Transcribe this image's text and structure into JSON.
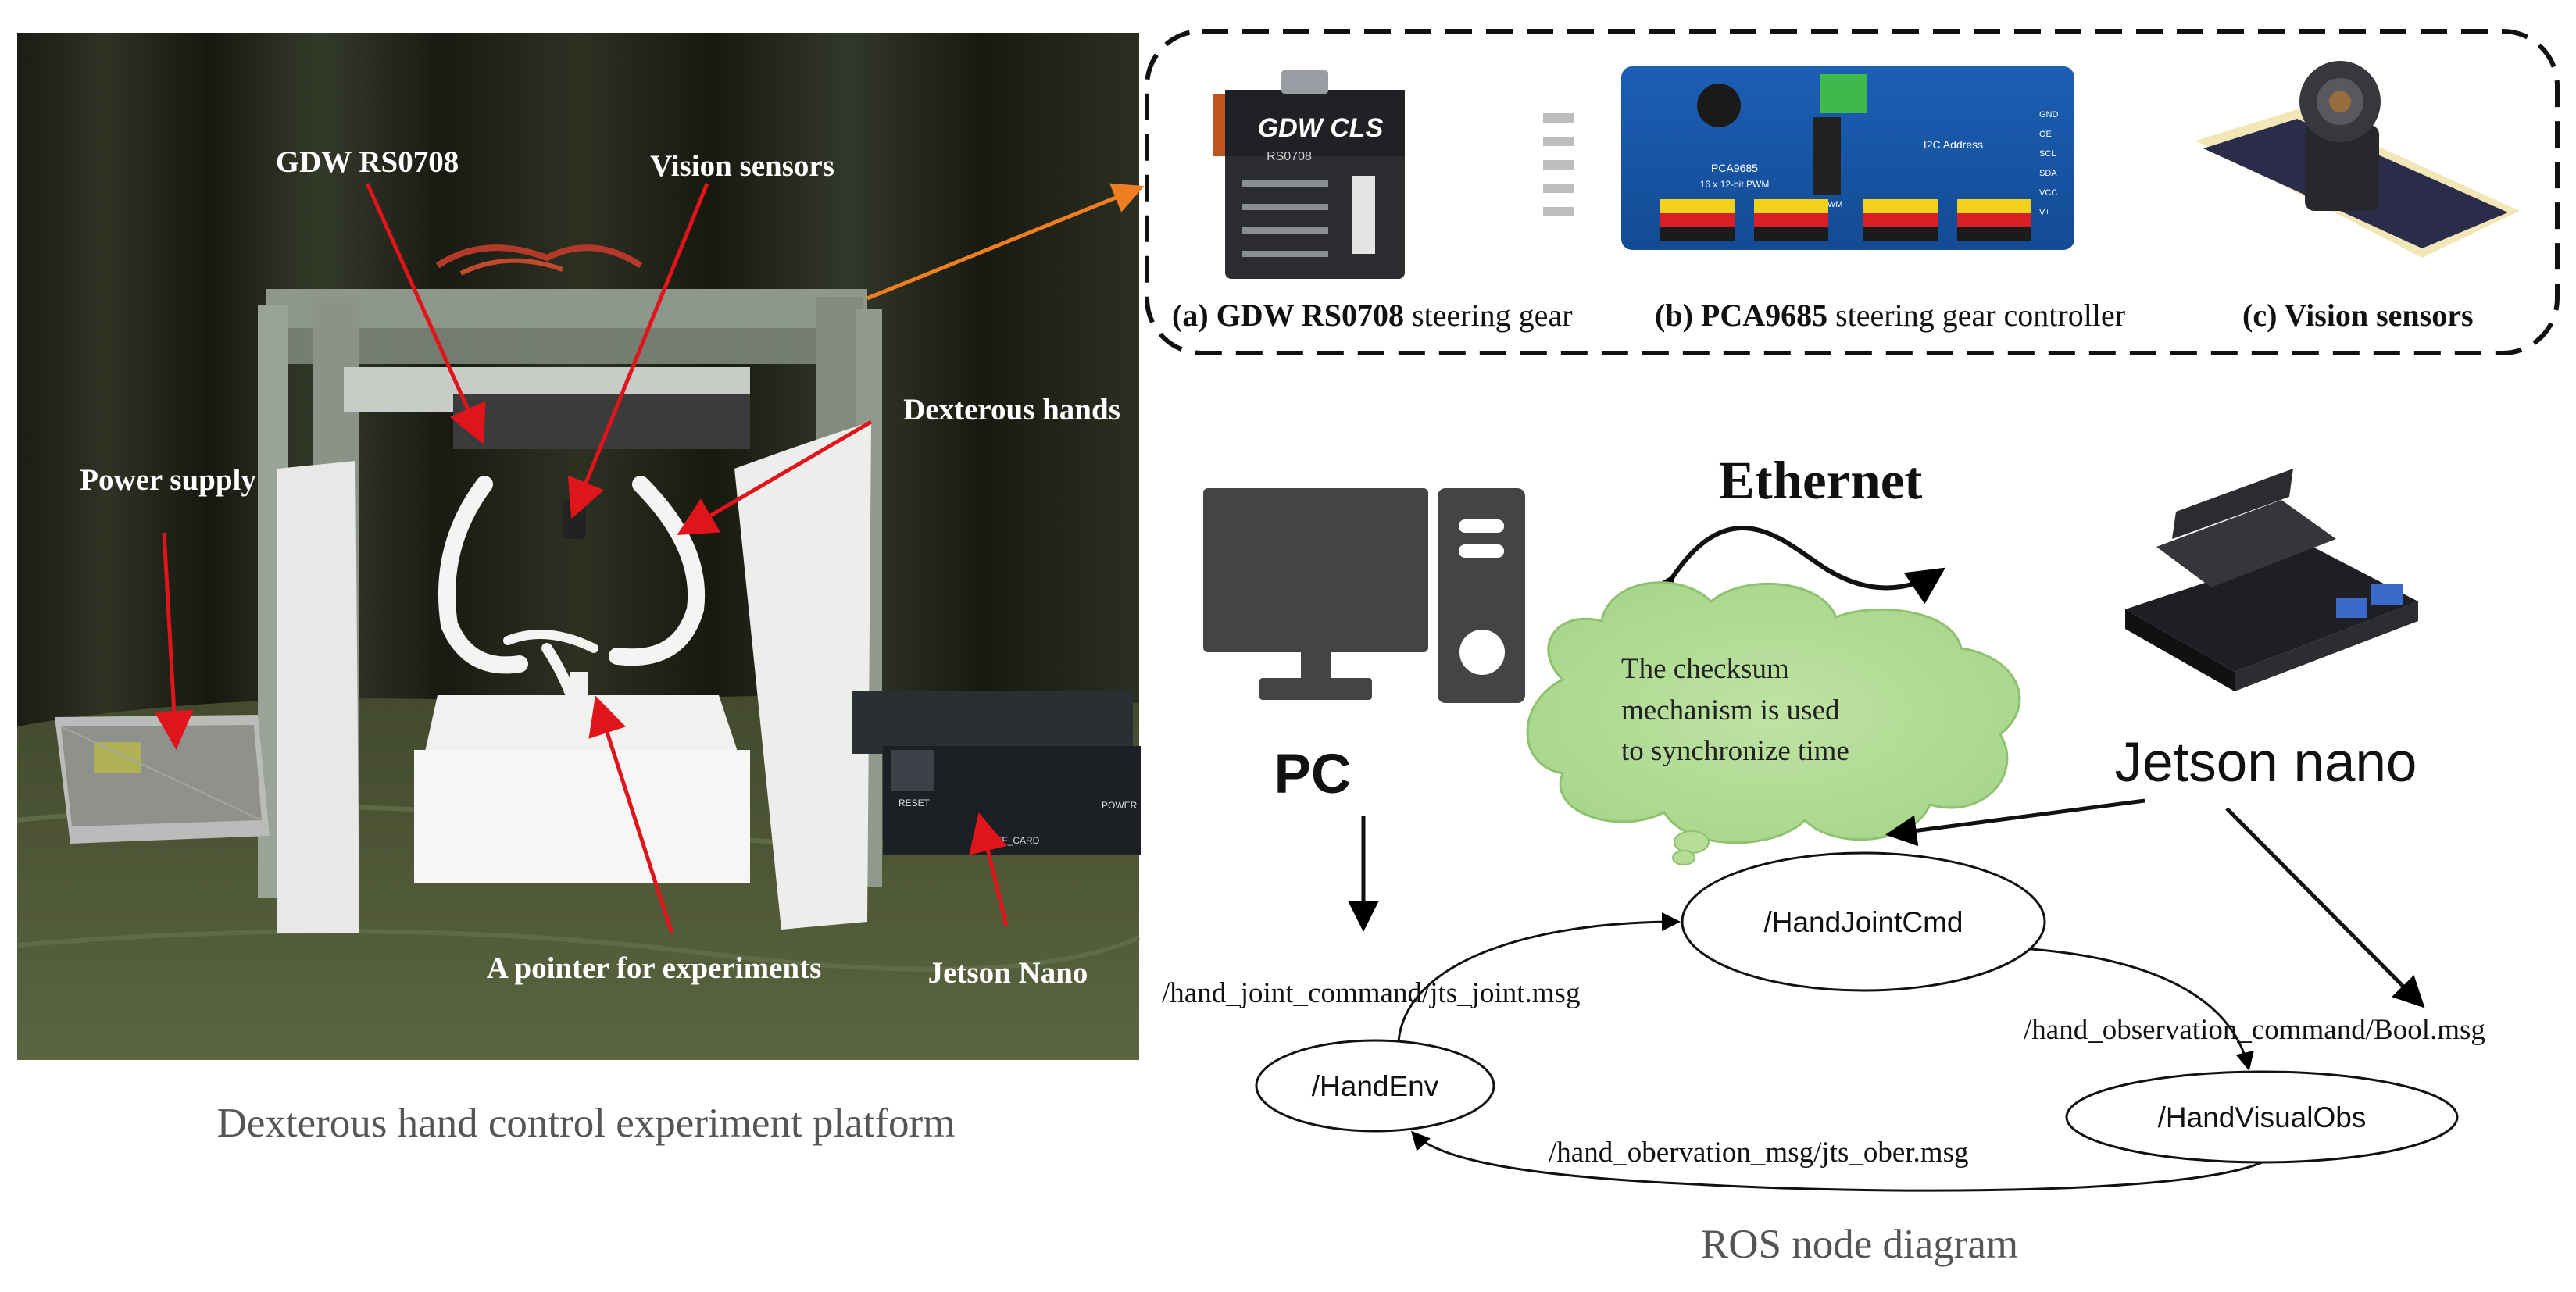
{
  "left_photo": {
    "callouts": {
      "gdw": "GDW RS0708",
      "vision": "Vision sensors",
      "dexterous": "Dexterous hands",
      "power": "Power supply",
      "pointer": "A pointer for experiments",
      "jetson": "Jetson Nano"
    },
    "device_text": {
      "reset": "RESET",
      "tf_card": "TF_CARD",
      "power": "POWER"
    },
    "caption": "Dexterous hand control experiment platform"
  },
  "components": {
    "servo_brand": "GDW CLS",
    "servo_model": "RS0708",
    "board_text": [
      "PCA9685",
      "16 x 12-bit PWM",
      "I2C Address",
      "GND",
      "OE",
      "SCL",
      "SDA",
      "VCC",
      "V+",
      "PWM"
    ],
    "a_label": "(a) GDW RS0708",
    "a_rest": " steering gear",
    "b_label": "(b) PCA9685",
    "b_rest": " steering gear controller",
    "c_label": "(c) Vision sensors"
  },
  "ros": {
    "ethernet": "Ethernet",
    "pc": "PC",
    "jetson": "Jetson nano",
    "cloud_lines": [
      "The checksum",
      "mechanism is used",
      "to synchronize time"
    ],
    "nodes": {
      "cmd": "/HandJointCmd",
      "env": "/HandEnv",
      "obs": "/HandVisualObs"
    },
    "topics": {
      "joint": "/hand_joint_command/jts_joint.msg",
      "observation": "/hand_observation_command/Bool.msg",
      "obervation_msg": "/hand_obervation_msg/jts_ober.msg"
    },
    "caption": "ROS node diagram"
  }
}
